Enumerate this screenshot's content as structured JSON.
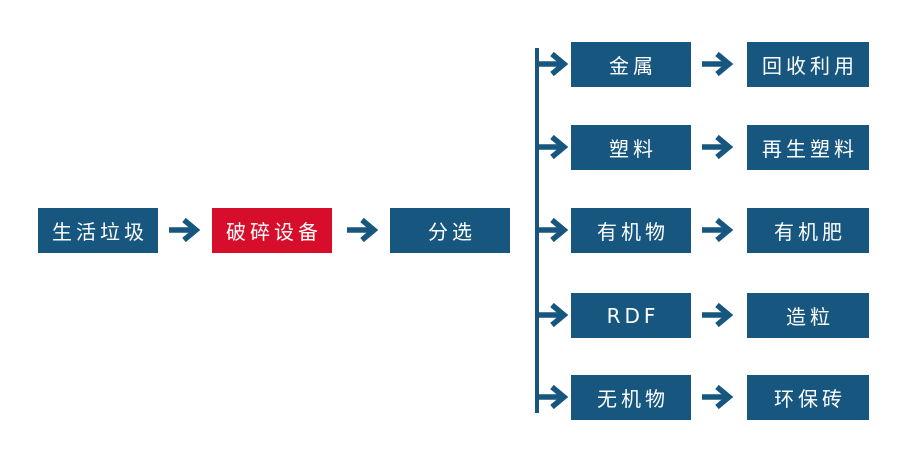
{
  "colors": {
    "node_blue": "#17577F",
    "node_red": "#D60E2B",
    "connector": "#17577F",
    "text": "#FFFFFF",
    "background": "#FFFFFF"
  },
  "flow": {
    "main": [
      {
        "label": "生活垃圾",
        "variant": "blue"
      },
      {
        "label": "破碎设备",
        "variant": "red"
      },
      {
        "label": "分选",
        "variant": "blue"
      }
    ],
    "branches": [
      {
        "label": "金属",
        "result": "回收利用"
      },
      {
        "label": "塑料",
        "result": "再生塑料"
      },
      {
        "label": "有机物",
        "result": "有机肥"
      },
      {
        "label": "RDF",
        "result": "造粒"
      },
      {
        "label": "无机物",
        "result": "环保砖"
      }
    ]
  }
}
